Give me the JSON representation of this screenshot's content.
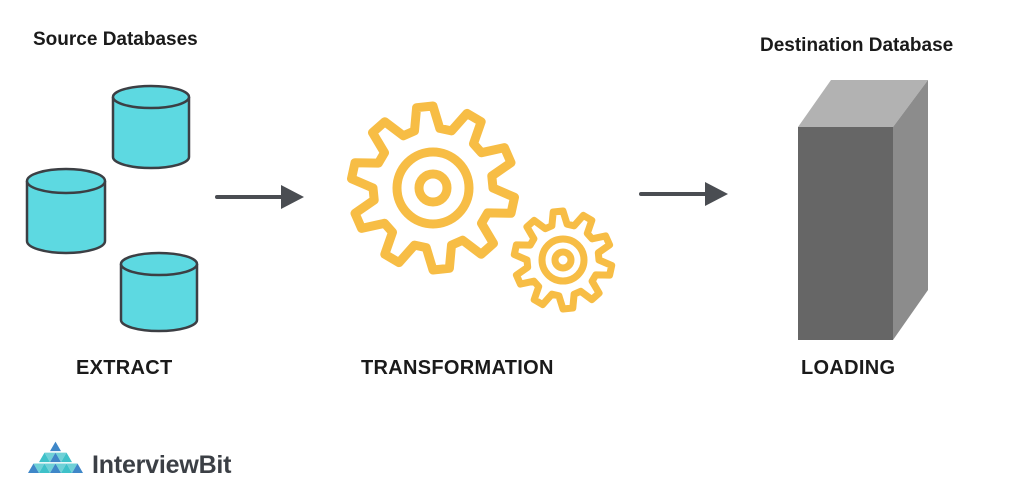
{
  "source": {
    "title": "Source Databases",
    "stage_label": "EXTRACT"
  },
  "transform": {
    "stage_label": "TRANSFORMATION"
  },
  "destination": {
    "title": "Destination Database",
    "stage_label": "LOADING"
  },
  "brand": {
    "name": "InterviewBit"
  },
  "colors": {
    "database_fill": "#5dd9e1",
    "database_stroke": "#3c3f44",
    "gear": "#f7bd45",
    "arrow": "#4a4d52",
    "block_front": "#666666",
    "block_side": "#8c8c8c",
    "block_top": "#b2b2b2",
    "logo_blue": "#3f87c8",
    "logo_teal": "#3fc1c9"
  }
}
